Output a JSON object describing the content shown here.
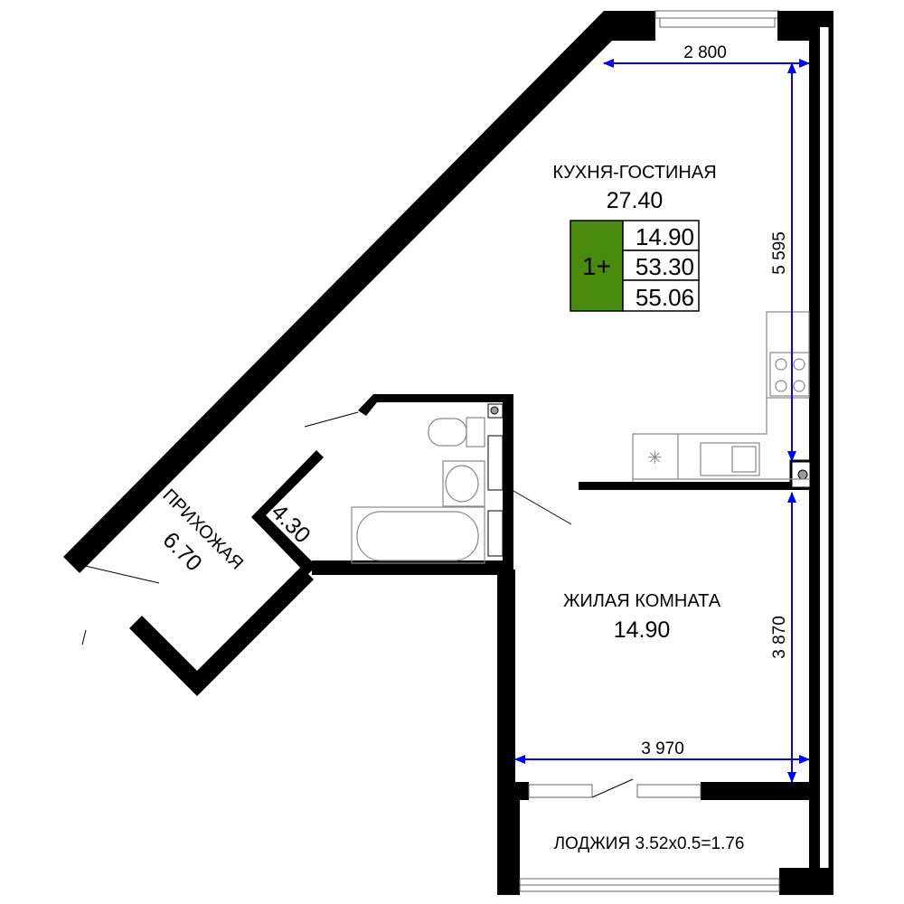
{
  "rooms": {
    "kitchen_living": {
      "name": "КУХНЯ-ГОСТИНАЯ",
      "area": "27.40"
    },
    "living_room": {
      "name": "ЖИЛАЯ КОМНАТА",
      "area": "14.90"
    },
    "hallway": {
      "name": "ПРИХОЖАЯ",
      "area": "6.70"
    },
    "bathroom": {
      "area": "4.30"
    },
    "loggia": {
      "label": "ЛОДЖИЯ 3.52x0.5=1.76"
    }
  },
  "summary": {
    "type": "1+",
    "living_area": "14.90",
    "total_area": "53.30",
    "total_with_loggia": "55.06",
    "type_color": "#4a8a0c"
  },
  "dimensions": {
    "top_width": "2 800",
    "kitchen_depth": "5 595",
    "room_depth": "3 870",
    "room_width": "3 970",
    "color": "#0000ff"
  }
}
